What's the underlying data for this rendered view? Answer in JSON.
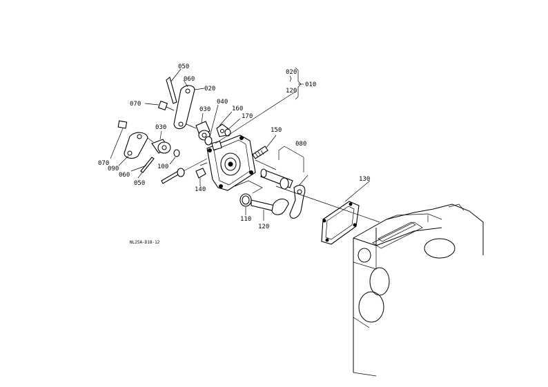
{
  "labels": {
    "p050_top": "050",
    "p060_top": "060",
    "p020_left": "020",
    "p030_top": "030",
    "p040": "040",
    "p160": "160",
    "p170": "170",
    "p070_top": "070",
    "p020_right": "020",
    "p010": "010",
    "p120_top": "120",
    "p150": "150",
    "p080": "080",
    "p030_mid": "030",
    "p070_left": "070",
    "p090": "090",
    "p060_low": "060",
    "p050_low": "050",
    "p100": "100",
    "p140": "140",
    "p130": "130",
    "p110": "110",
    "p120_low": "120"
  },
  "drawing_code": "NL25A-D18-12"
}
